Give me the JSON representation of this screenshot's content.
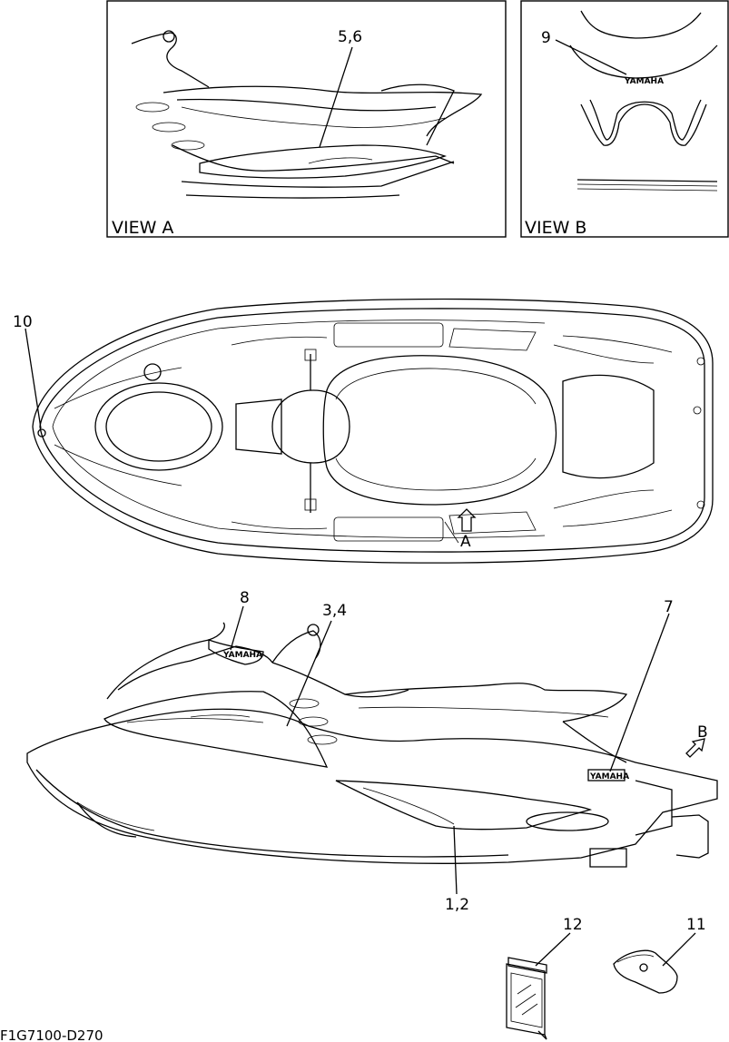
{
  "views": {
    "a": {
      "title": "VIEW A",
      "callout": "5,6"
    },
    "b": {
      "title": "VIEW B",
      "callout": "9",
      "logo_text": "YAMAHA"
    }
  },
  "top_view": {
    "callout": "10",
    "arrow_label": "A"
  },
  "side_view": {
    "callouts": {
      "c8": "8",
      "c34": "3,4",
      "c7": "7",
      "c12": "1,2"
    },
    "arrow_label": "B",
    "logo_text": "YAMAHA"
  },
  "accessories": {
    "c12": "12",
    "c11": "11"
  },
  "drawing_code": "F1G7100-D270"
}
